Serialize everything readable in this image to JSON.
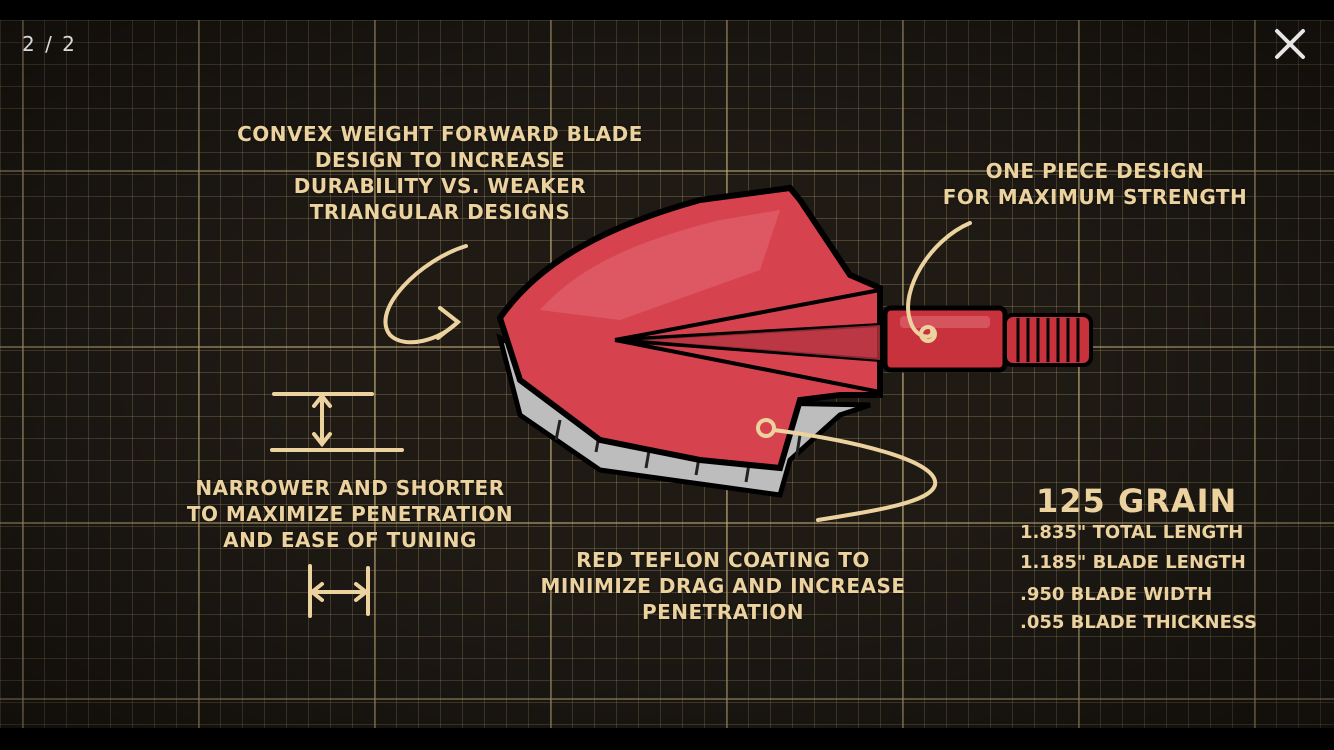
{
  "lightbox": {
    "counter": "2 / 2",
    "close_icon": "close-icon"
  },
  "slide": {
    "callouts": {
      "convex": [
        "Convex weight forward blade",
        "design to increase",
        "durability vs. weaker",
        "triangular designs"
      ],
      "one_piece": [
        "One piece design",
        "for maximum strength"
      ],
      "narrower": [
        "Narrower and shorter",
        "to maximize penetration",
        "and ease of tuning"
      ],
      "teflon": [
        "Red teflon coating to",
        "minimize drag and increase",
        "penetration"
      ]
    },
    "specs": {
      "title": "125 GRAIN",
      "lines": [
        "1.835\" TOTAL LENGTH",
        "1.185\" BLADE LENGTH",
        ".950 BLADE WIDTH",
        ".055 BLADE THICKNESS"
      ]
    },
    "colors": {
      "ink": "#ecd29e",
      "blade_red": "#d6434f",
      "steel": "#bfbfbf",
      "background": "#1f1a14"
    }
  }
}
